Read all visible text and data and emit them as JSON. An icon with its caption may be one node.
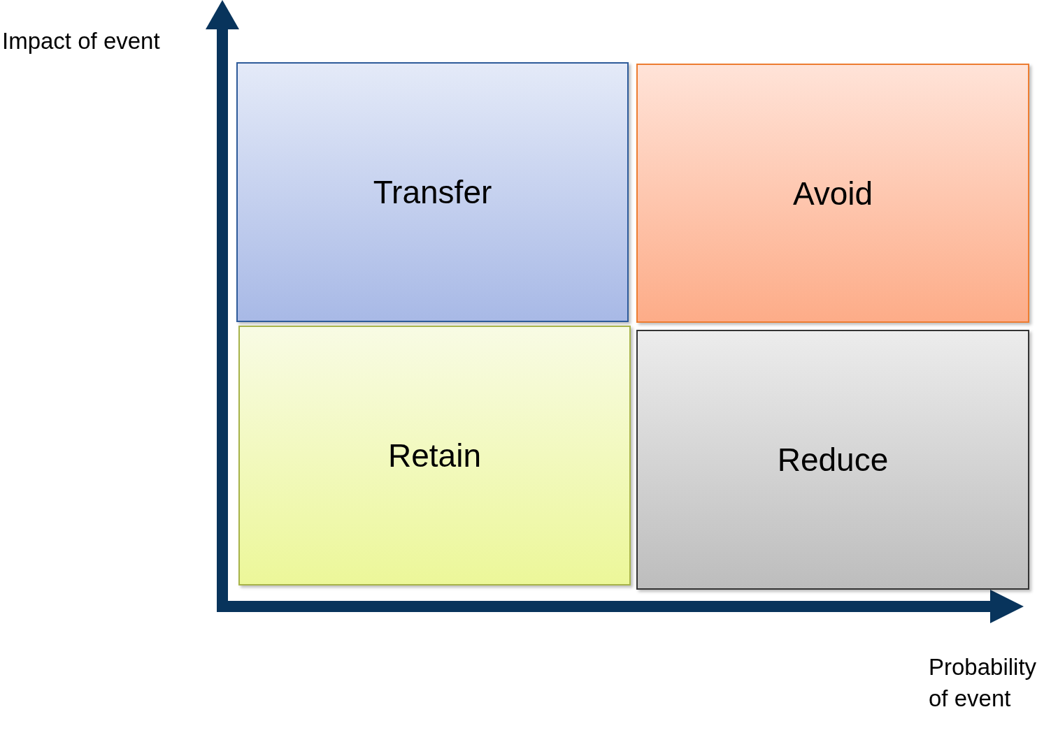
{
  "diagram": {
    "nodes": [
      {
        "text": [
          "Transfer"
        ]
      },
      {
        "text": [
          "Avoid"
        ]
      },
      {
        "text": [
          "Retain"
        ]
      },
      {
        "text": [
          "Reduce"
        ]
      }
    ],
    "labels": [
      "Impact of event",
      "Probability of event"
    ]
  }
}
